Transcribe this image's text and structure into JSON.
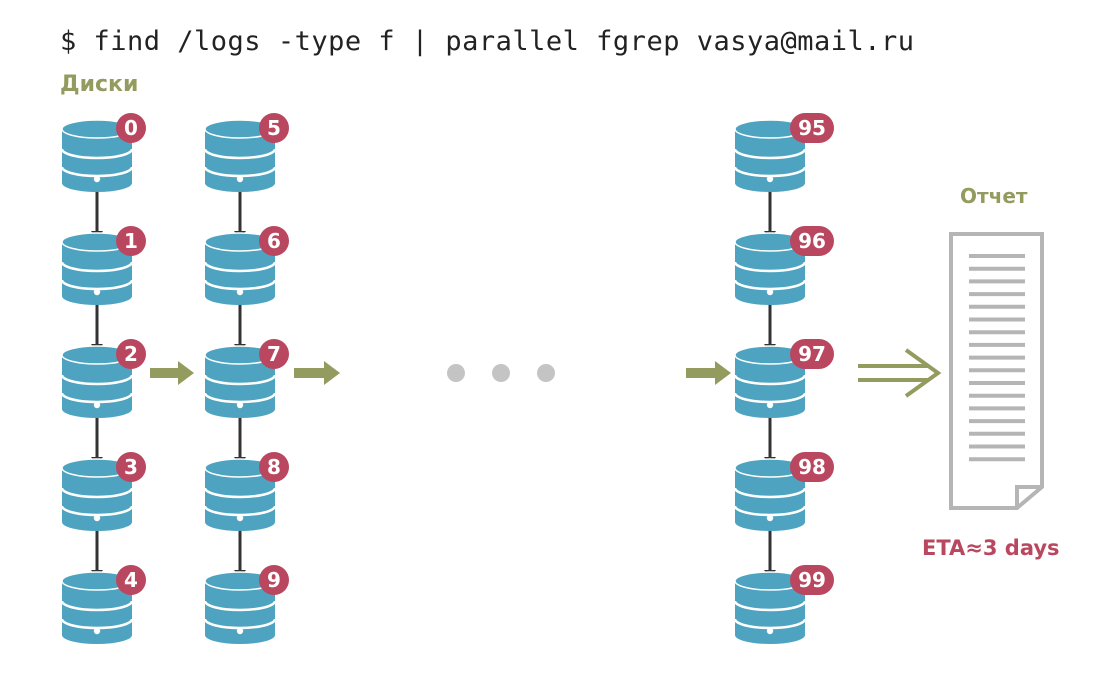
{
  "command": "$ find /logs -type f | parallel fgrep vasya@mail.ru",
  "labels": {
    "disks": "Диски",
    "report": "Отчет",
    "eta": "ETA≈3 days"
  },
  "columns": [
    {
      "disks": [
        "0",
        "1",
        "2",
        "3",
        "4"
      ]
    },
    {
      "disks": [
        "5",
        "6",
        "7",
        "8",
        "9"
      ]
    },
    {
      "disks": [
        "95",
        "96",
        "97",
        "98",
        "99"
      ]
    }
  ],
  "ellipsis_dots": 3,
  "colors": {
    "disk": "#4da3c0",
    "badge": "#b9475f",
    "accent_green": "#949b5e",
    "arrow_dark": "#333333",
    "dot": "#c4c4c4",
    "document": "#b5b5b5",
    "text": "#222222"
  },
  "icons": {
    "disk": "database-icon",
    "document": "document-icon"
  }
}
